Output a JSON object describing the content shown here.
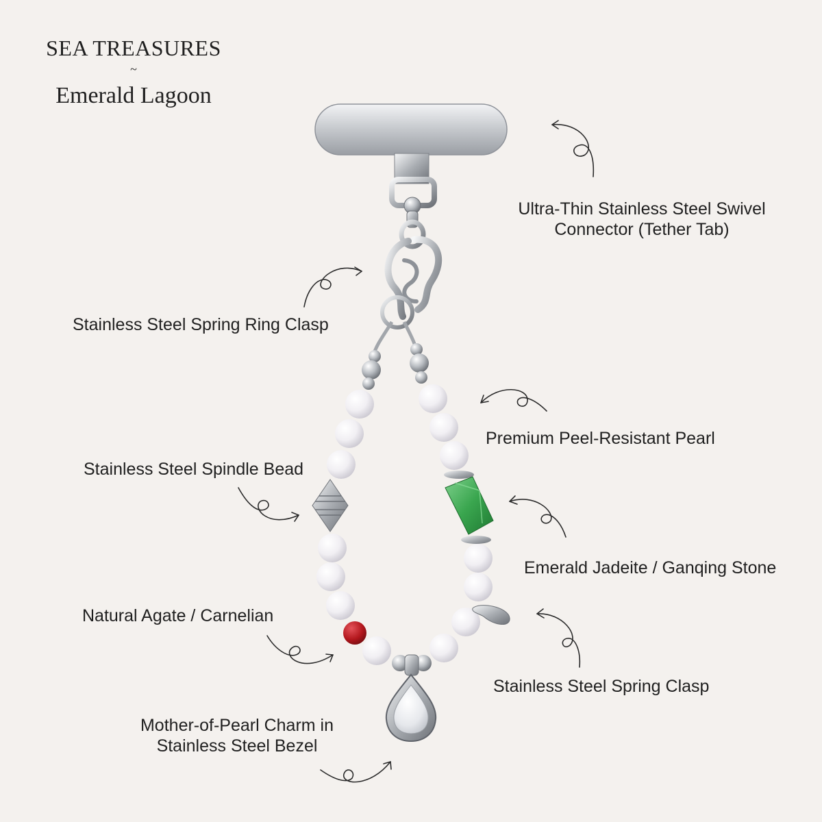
{
  "header": {
    "brand": "SEA TREASURES",
    "separator": "~",
    "collection": "Emerald Lagoon"
  },
  "annotations": {
    "connector_line1": "Ultra-Thin Stainless Steel Swivel",
    "connector_line2": "Connector (Tether Tab)",
    "spring_ring_clasp": "Stainless Steel Spring Ring Clasp",
    "pearl": "Premium Peel-Resistant Pearl",
    "spindle_bead": "Stainless Steel Spindle Bead",
    "jadeite": "Emerald Jadeite / Ganqing Stone",
    "agate": "Natural Agate / Carnelian",
    "spring_clasp": "Stainless Steel Spring Clasp",
    "charm_line1": "Mother-of-Pearl Charm in",
    "charm_line2": "Stainless Steel Bezel"
  },
  "colors": {
    "background": "#f4f1ee",
    "text": "#1f1f1f",
    "jade": "#3aa64f",
    "carnelian": "#b3171d",
    "steel": "#c8cbcf",
    "pearl": "#f7f7f9"
  }
}
